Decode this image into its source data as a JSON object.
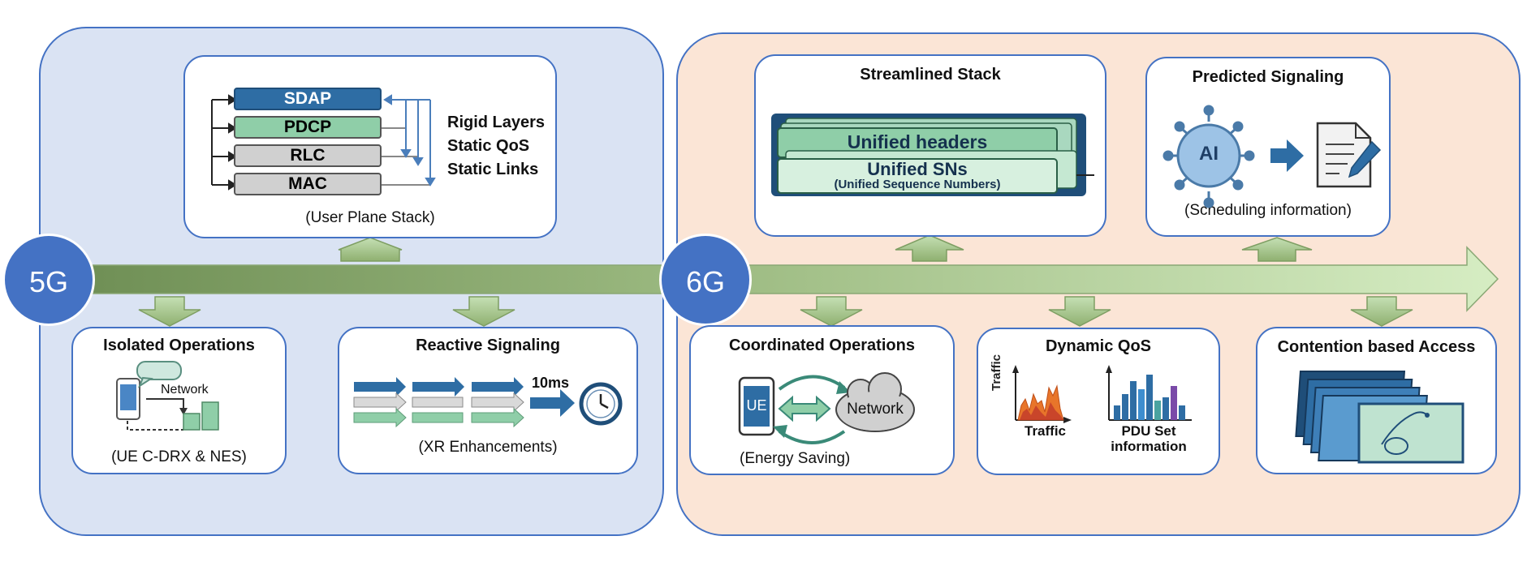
{
  "generations": {
    "g5": "5G",
    "g6": "6G"
  },
  "g5": {
    "user_plane": {
      "layers": [
        "SDAP",
        "PDCP",
        "RLC",
        "MAC"
      ],
      "notes": [
        "Rigid Layers",
        "Static QoS",
        "Static Links"
      ],
      "caption": "(User Plane Stack)"
    },
    "isolated": {
      "title": "Isolated Operations",
      "network_label": "Network",
      "caption": "(UE C-DRX & NES)"
    },
    "reactive": {
      "title": "Reactive Signaling",
      "delay_label": "10ms",
      "caption": "(XR Enhancements)"
    }
  },
  "g6": {
    "streamlined": {
      "title": "Streamlined Stack",
      "headers_label": "Unified headers",
      "sn_label": "Unified SNs",
      "sn_sub": "(Unified Sequence Numbers)"
    },
    "predicted": {
      "title": "Predicted Signaling",
      "ai_label": "AI",
      "caption": "(Scheduling information)"
    },
    "coordinated": {
      "title": "Coordinated Operations",
      "ue_label": "UE",
      "network_label": "Network",
      "caption": "(Energy Saving)"
    },
    "dynamic_qos": {
      "title": "Dynamic QoS",
      "axis_label": "Traffic",
      "traffic_label": "Traffic",
      "pdu_label_1": "PDU Set",
      "pdu_label_2": "information"
    },
    "contention": {
      "title": "Contention based Access"
    }
  },
  "colors": {
    "bg_5g": "#dae3f3",
    "bg_6g": "#fbe5d6",
    "accent": "#4472c4",
    "timeline_dark": "#7a9a5e",
    "timeline_light": "#d4ebc0",
    "sdap": "#2e6da4",
    "pdcp": "#8fcea8",
    "rlc_mac": "#d0d0d0"
  }
}
